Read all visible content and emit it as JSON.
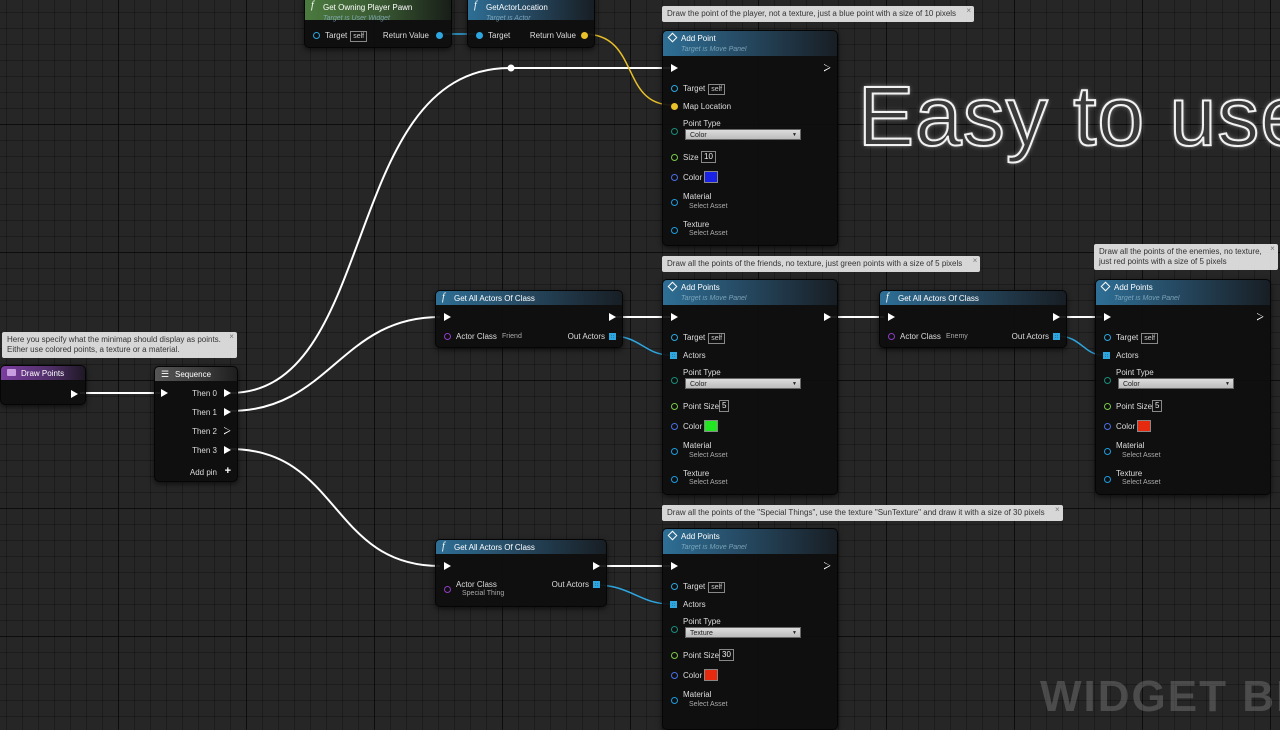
{
  "overlay": {
    "headline": "Easy to use!",
    "brand": "WIDGET BLU"
  },
  "colors": {
    "exec": "#ffffff",
    "object": "#2ea6df",
    "vector": "#e8c02a",
    "int": "#79c94a",
    "linear_color": "#4a6fe8",
    "byte": "#1a8c7a",
    "asset": "#1e9be0"
  },
  "comments": {
    "minimap_1": "Here you specify what the minimap should display as points.",
    "minimap_2": "Either use colored points, a texture or a material.",
    "player": "Draw the point of the player, not a texture, just a blue point with a size of 10 pixels",
    "friends": "Draw all the points of the friends, no texture, just green points with a size of 5 pixels",
    "enemies_1": "Draw all the points of the enemies, no texture,",
    "enemies_2": "just red points with a size of 5 pixels",
    "special": "Draw all the points of the \"Special Things\", use the texture \"SunTexture\" and draw it with a size of 30 pixels"
  },
  "nodes": {
    "draw_points": {
      "title": "Draw Points"
    },
    "sequence": {
      "title": "Sequence",
      "then0": "Then 0",
      "then1": "Then 1",
      "then2": "Then 2",
      "then3": "Then 3",
      "add_pin": "Add pin"
    },
    "get_pawn": {
      "title": "Get Owning Player Pawn",
      "subtitle": "Target is User Widget",
      "target": "Target",
      "self": "self",
      "return": "Return Value"
    },
    "get_location": {
      "title": "GetActorLocation",
      "subtitle": "Target is Actor",
      "target": "Target",
      "return": "Return Value"
    },
    "add_point": {
      "title": "Add Point",
      "subtitle": "Target is Move Panel",
      "target": "Target",
      "self": "self",
      "map_location": "Map Location",
      "point_type": "Point Type",
      "point_type_value": "Color",
      "size": "Size",
      "size_value": "10",
      "color": "Color",
      "color_value": "#1a22e6",
      "material": "Material",
      "material_value": "Select Asset",
      "texture": "Texture",
      "texture_value": "Select Asset"
    },
    "get_friends": {
      "title": "Get All Actors Of Class",
      "actor_class": "Actor Class",
      "class_value": "Friend",
      "out": "Out Actors"
    },
    "add_friends": {
      "title": "Add Points",
      "subtitle": "Target is Move Panel",
      "target": "Target",
      "self": "self",
      "actors": "Actors",
      "point_type": "Point Type",
      "point_type_value": "Color",
      "size": "Point Size",
      "size_value": "5",
      "color": "Color",
      "color_value": "#22e622",
      "material": "Material",
      "material_value": "Select Asset",
      "texture": "Texture",
      "texture_value": "Select Asset"
    },
    "get_enemies": {
      "title": "Get All Actors Of Class",
      "actor_class": "Actor Class",
      "class_value": "Enemy",
      "out": "Out Actors"
    },
    "add_enemies": {
      "title": "Add Points",
      "subtitle": "Target is Move Panel",
      "target": "Target",
      "self": "self",
      "actors": "Actors",
      "point_type": "Point Type",
      "point_type_value": "Color",
      "size": "Point Size",
      "size_value": "5",
      "color": "Color",
      "color_value": "#e62a10",
      "material": "Material",
      "material_value": "Select Asset",
      "texture": "Texture",
      "texture_value": "Select Asset"
    },
    "get_special": {
      "title": "Get All Actors Of Class",
      "actor_class": "Actor Class",
      "class_value": "Special Thing",
      "out": "Out Actors"
    },
    "add_special": {
      "title": "Add Points",
      "subtitle": "Target is Move Panel",
      "target": "Target",
      "self": "self",
      "actors": "Actors",
      "point_type": "Point Type",
      "point_type_value": "Texture",
      "size": "Point Size",
      "size_value": "30",
      "color": "Color",
      "color_value": "#e62a10",
      "material": "Material",
      "material_value": "Select Asset"
    }
  }
}
